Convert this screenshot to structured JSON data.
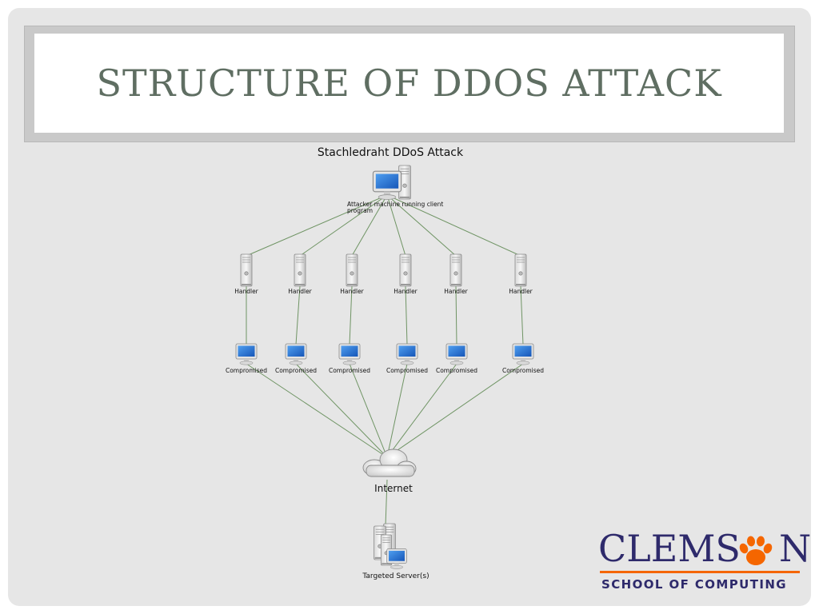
{
  "slide": {
    "title": "Structure of DDoS attack"
  },
  "diagram": {
    "title": "Stachledraht DDoS Attack",
    "attacker_label_line1": "Attacker machine running client",
    "attacker_label_line2": "program",
    "handler_label": "Handler",
    "compromised_label": "Compromised",
    "internet_label": "Internet",
    "target_label": "Targeted Server(s)",
    "handler_count": 6,
    "compromised_count": 6,
    "line_color": "#6f9464",
    "screen_color": "#2b74d8"
  },
  "logo": {
    "word_a": "CLEMS",
    "word_b": "N",
    "school": "SCHOOL OF COMPUTING",
    "brand_purple": "#2e2a6b",
    "brand_orange": "#f56600",
    "icon": "tiger-paw-icon"
  }
}
